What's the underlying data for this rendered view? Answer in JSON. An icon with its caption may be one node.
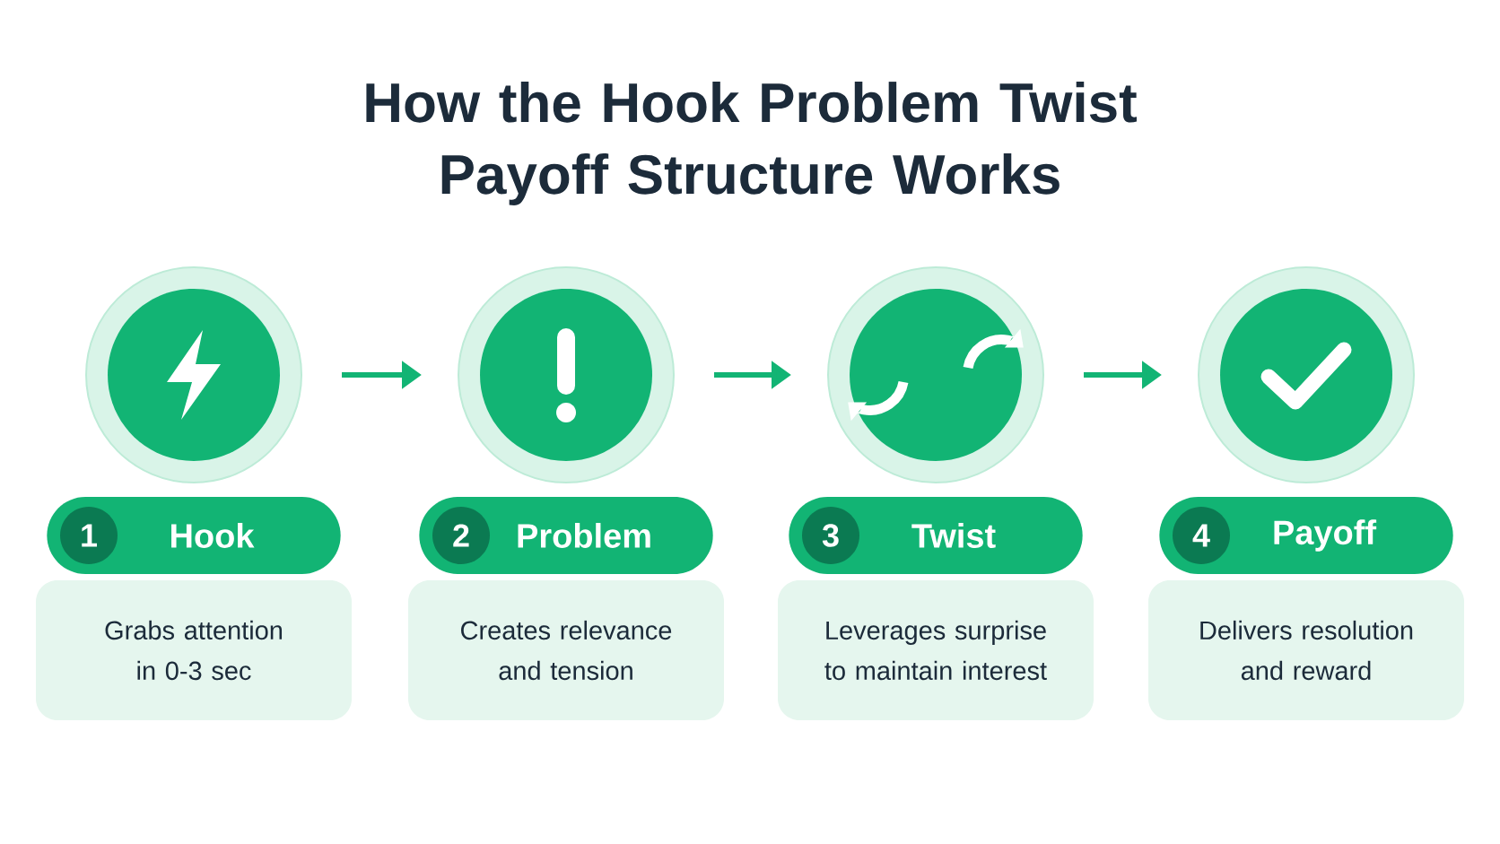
{
  "diagram": {
    "title": "How the Hook Problem Twist Payoff Structure Works",
    "nodes": [
      {
        "text": [],
        "shape": "circle"
      },
      {
        "text": [],
        "shape": "circle"
      },
      {
        "text": [],
        "shape": "circle"
      },
      {
        "text": [],
        "shape": "circle"
      },
      {
        "text": [
          "1",
          "Hook"
        ]
      },
      {
        "text": [
          "2",
          "Problem"
        ]
      },
      {
        "text": [
          "3",
          "Twist"
        ]
      },
      {
        "text": [
          "4",
          "Payoff"
        ]
      },
      {
        "text": [
          "Grabs attention in 0-3 sec"
        ]
      },
      {
        "text": [
          "Creates relevance and tension"
        ]
      },
      {
        "text": [
          "Leverages surprise to maintain interest"
        ]
      },
      {
        "text": [
          "Delivers resolution and reward"
        ]
      }
    ],
    "edges": [
      {
        "from": 0,
        "to": 1,
        "arrow": "to"
      },
      {
        "from": 1,
        "to": 2,
        "arrow": "to"
      },
      {
        "from": 2,
        "to": 3,
        "arrow": "to"
      }
    ]
  }
}
